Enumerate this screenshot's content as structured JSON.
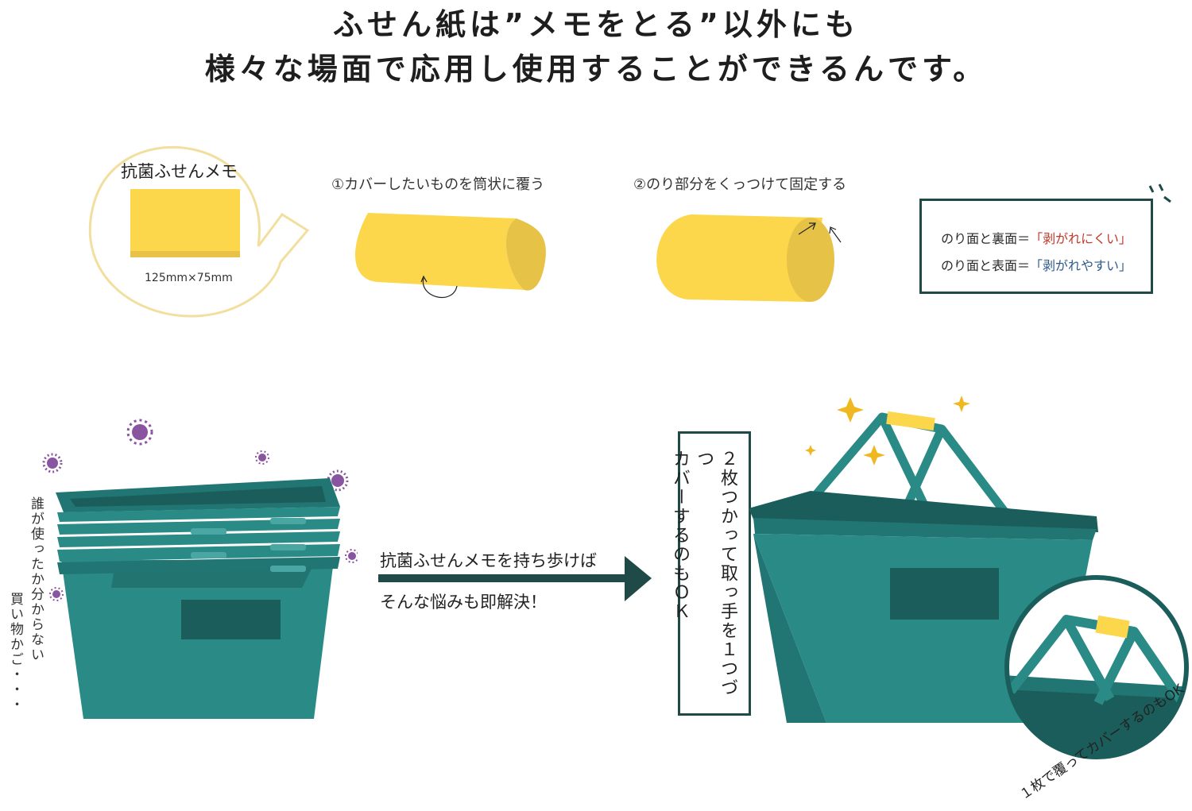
{
  "headline": {
    "line1": "ふせん紙は”メモをとる”以外にも",
    "line2": "様々な場面で応用し使用することができるんです。"
  },
  "bubble": {
    "title": "抗菌ふせんメモ",
    "size": "125mm×75mm"
  },
  "steps": {
    "step1": "①カバーしたいものを筒状に覆う",
    "step2": "②のり部分をくっつけて固定する"
  },
  "note": {
    "line1_prefix": "のり面と裏面＝",
    "line1_highlight": "「剥がれにくい」",
    "line2_prefix": "のり面と表面＝",
    "line2_highlight": "「剥がれやすい」"
  },
  "left_caption": {
    "col1": "誰が使ったか分からない",
    "col2": "買い物かご・・・"
  },
  "arrow": {
    "line1": "抗菌ふせんメモを持ち歩けば",
    "line2": "そんな悩みも即解決！"
  },
  "vertical_box": {
    "col1": "２枚つかって取っ手を１つづつ",
    "col2": "カバーするのもＯＫ"
  },
  "circle_caption": "１枚で覆ってカバーするのもOK",
  "colors": {
    "teal": "#2a8a86",
    "teal_dark": "#1a5d5a",
    "teal_mid": "#217573",
    "yellow": "#fcd64b",
    "yellow_shade": "#e8c148",
    "virus": "#8a55a0",
    "spark": "#f0b820",
    "bubble_border": "#f2dfa0"
  }
}
